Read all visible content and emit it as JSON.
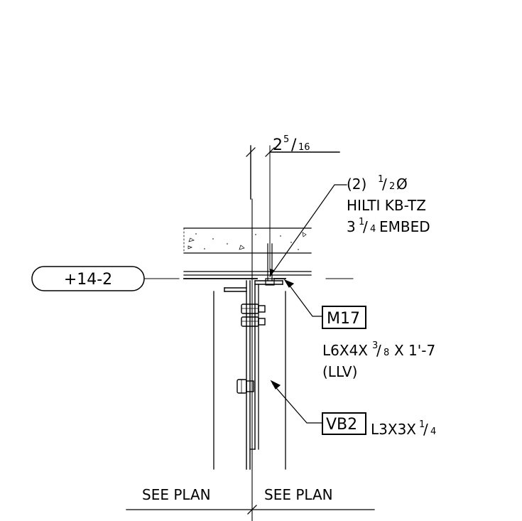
{
  "dimension": {
    "whole": "2",
    "frac_num": "5",
    "frac_den": "16"
  },
  "anchor_note": {
    "qty": "(2)",
    "size_num": "1",
    "size_den": "2",
    "size_sym": "Ø",
    "product": "HILTI KB-TZ",
    "embed_whole": "3",
    "embed_num": "1",
    "embed_den": "4",
    "embed_word": "EMBED"
  },
  "elevation_tag": "+14-2",
  "member_m17": {
    "tag": "M17",
    "line1_pre": "L6X4X",
    "line1_num": "3",
    "line1_den": "8",
    "line1_post": "X 1'-7",
    "line2": "(LLV)"
  },
  "member_vb2": {
    "tag": "VB2",
    "desc_pre": "L3X3X",
    "desc_num": "1",
    "desc_den": "4"
  },
  "see_plan_left": "SEE PLAN",
  "see_plan_right": "SEE PLAN"
}
